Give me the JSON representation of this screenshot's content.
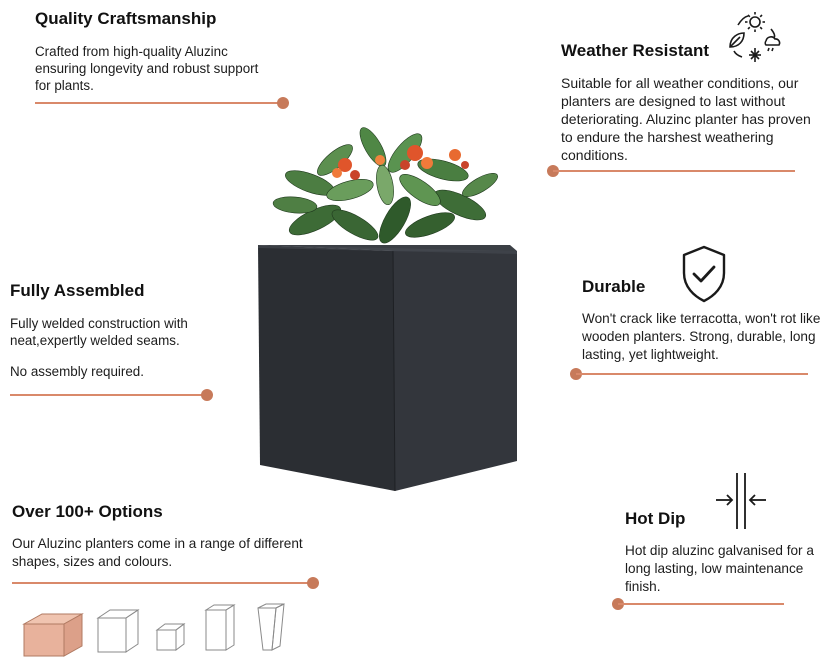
{
  "features": {
    "quality": {
      "title": "Quality Craftsmanship",
      "text": "Crafted from high-quality Aluzinc ensuring longevity and robust support for plants."
    },
    "weather": {
      "title": "Weather Resistant",
      "text": "Suitable for all weather conditions, our planters are designed to last without deteriorating. Aluzinc planter has proven to endure the harshest weathering conditions."
    },
    "assembled": {
      "title": "Fully Assembled",
      "text": "Fully welded construction with neat,expertly welded seams.",
      "text2": "No assembly required."
    },
    "durable": {
      "title": "Durable",
      "text": "Won't crack like terracotta, won't rot like wooden planters. Strong, durable, long lasting, yet lightweight."
    },
    "options": {
      "title": "Over 100+ Options",
      "text": "Our Aluzinc planters come in a range of different shapes, sizes and colours."
    },
    "hotdip": {
      "title": "Hot Dip",
      "text": "Hot dip aluzinc galvanised for a long lasting, low maintenance finish."
    }
  },
  "colors": {
    "accent_line": "#d9896a",
    "accent_dot": "#c77a5a",
    "planter": "#2e3136",
    "highlight_shape": "#e8b29c"
  },
  "icons": {
    "weather": "weather-cycle-icon",
    "durable": "shield-check-icon",
    "hotdip": "compression-arrows-icon"
  }
}
